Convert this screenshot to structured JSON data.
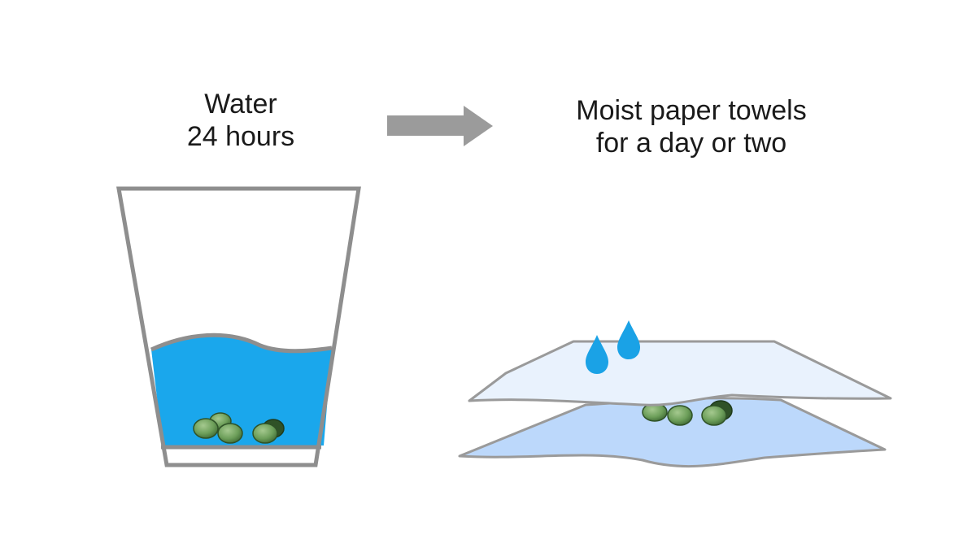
{
  "step1": {
    "line1": "Water",
    "line2": "24 hours"
  },
  "step2": {
    "line1": "Moist paper towels",
    "line2": "for a day or two"
  },
  "colors": {
    "glass_outline": "#8e8e8e",
    "water": "#1aa7ec",
    "arrow": "#9b9b9b",
    "towel_top": "#e9f2fd",
    "towel_bottom": "#bcd8fb",
    "towel_outline": "#9a9a9a",
    "drop": "#1aa2e6",
    "seed": "#6d9f5a",
    "seed_dark": "#2f5227"
  },
  "icons": {
    "arrow": "right-arrow-icon",
    "drops": "water-drop-icon"
  }
}
